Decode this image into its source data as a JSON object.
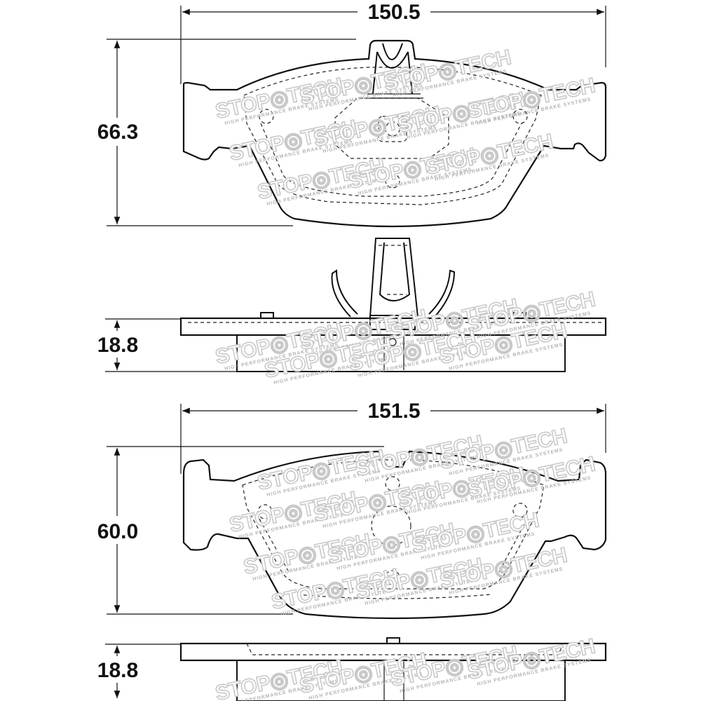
{
  "dimensions": {
    "pad1_width": "150.5",
    "pad1_height": "66.3",
    "pad1_thickness": "18.8",
    "pad2_width": "151.5",
    "pad2_height": "60.0",
    "pad2_thickness": "18.8"
  },
  "watermark": {
    "brand": "STOP◎TECH",
    "tagline": "HIGH PERFORMANCE BRAKE SYSTEMS"
  },
  "colors": {
    "line": "#111111",
    "watermark_outline": "#c9c9c9",
    "background": "#ffffff"
  }
}
